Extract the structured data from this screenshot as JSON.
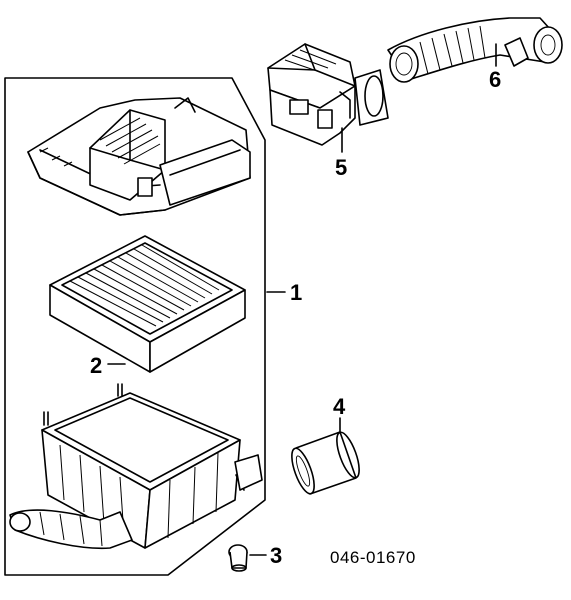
{
  "diagram": {
    "part_code": "046-01670",
    "callouts": [
      {
        "id": "1",
        "label": "1"
      },
      {
        "id": "2",
        "label": "2"
      },
      {
        "id": "3",
        "label": "3"
      },
      {
        "id": "4",
        "label": "4"
      },
      {
        "id": "5",
        "label": "5"
      },
      {
        "id": "6",
        "label": "6"
      }
    ]
  }
}
